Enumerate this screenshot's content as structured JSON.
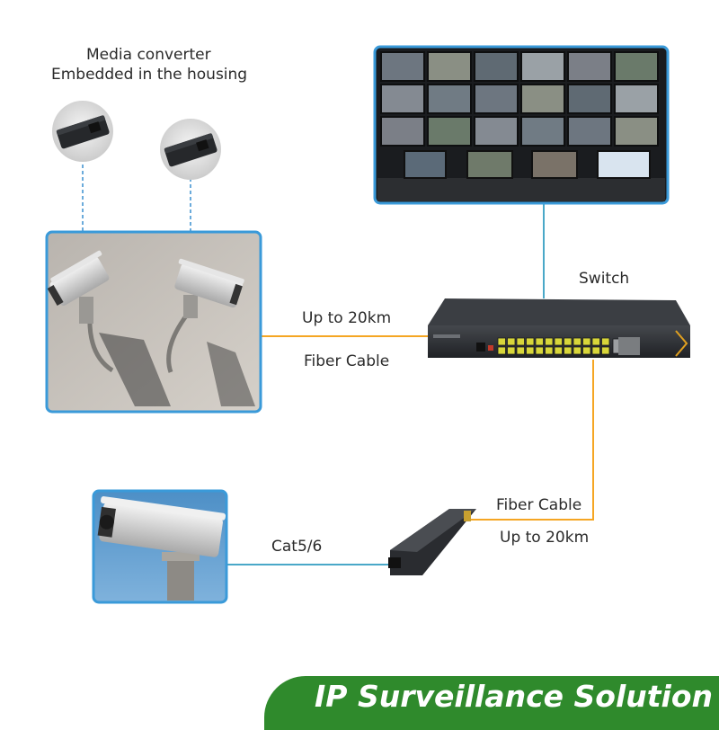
{
  "labels": {
    "media_converter_line1": "Media converter",
    "media_converter_line2": "Embedded in the housing",
    "switch": "Switch",
    "fiber_range_top": "Up to 20km",
    "fiber_cable_top": "Fiber Cable",
    "fiber_cable_bottom": "Fiber Cable",
    "fiber_range_bottom": "Up to 20km",
    "copper_cable": "Cat5/6"
  },
  "banner": {
    "title": "IP Surveillance Solution"
  },
  "colors": {
    "frame_blue": "#3a9ad9",
    "fiber_orange": "#f5a623",
    "copper_teal": "#4aa8c8",
    "dashed_blue": "#3a8fcf",
    "banner_green": "#2f8a2c",
    "switch_body": "#2b2d31",
    "port_yellow": "#d8d63a"
  }
}
